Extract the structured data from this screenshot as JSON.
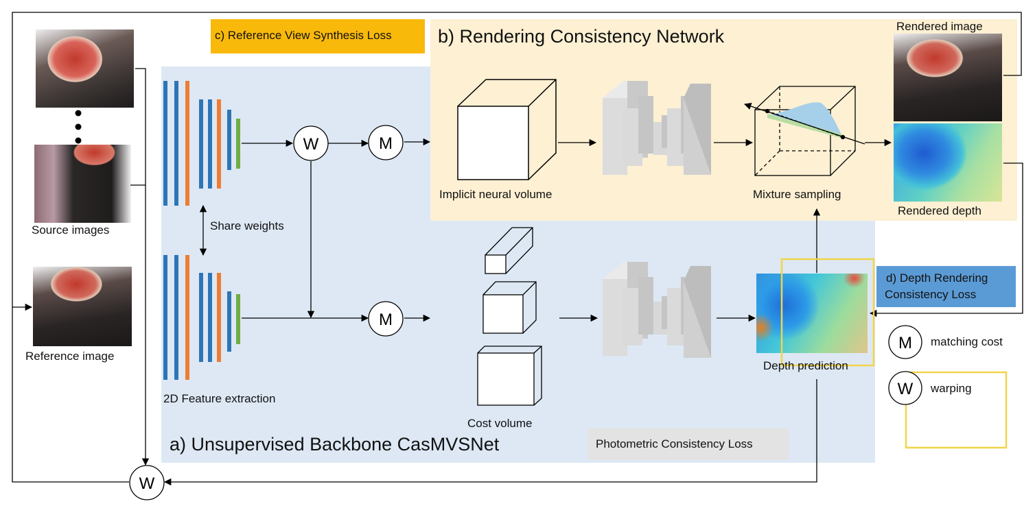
{
  "sections": {
    "backbone_title": "a) Unsupervised Backbone CasMVSNet",
    "rcn_title": "b) Rendering Consistency Network",
    "ref_view_loss": "c) Reference View Synthesis Loss",
    "depth_render_loss_line1": "d) Depth Rendering",
    "depth_render_loss_line2": "Consistency Loss",
    "photometric_loss": "Photometric Consistency Loss"
  },
  "labels": {
    "source_images": "Source images",
    "reference_image": "Reference image",
    "share_weights": "Share weights",
    "feature_extraction": "2D Feature extraction",
    "cost_volume": "Cost volume",
    "implicit_volume": "Implicit neural volume",
    "mixture_sampling": "Mixture sampling",
    "rendered_image": "Rendered image",
    "rendered_depth": "Rendered depth",
    "depth_prediction": "Depth prediction"
  },
  "operators": {
    "warp": "W",
    "match": "M"
  },
  "legend": [
    {
      "symbol": "M",
      "text": "matching cost"
    },
    {
      "symbol": "W",
      "text": "warping"
    }
  ],
  "colors": {
    "backbone_bg": "#dde8f4",
    "rcn_bg": "#fdf0d3",
    "ref_loss_bg": "#f9b90b",
    "depth_loss_bg": "#5b9bd5",
    "photometric_bg": "#e3e3e3",
    "feature_blue": "#2e75b6",
    "feature_orange": "#ed7d31",
    "feature_green": "#70ad47",
    "highlight_box": "#f2d44a"
  }
}
